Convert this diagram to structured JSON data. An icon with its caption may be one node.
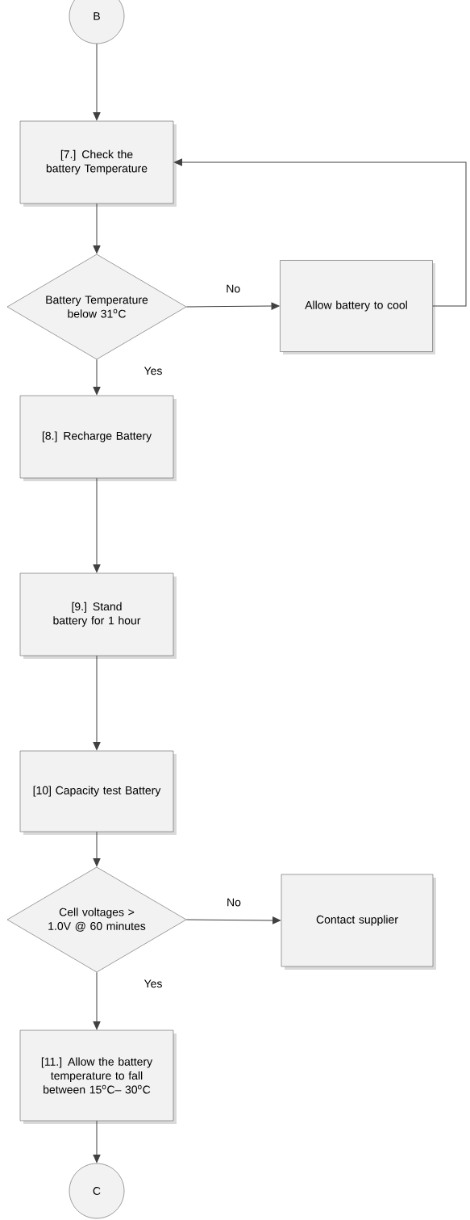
{
  "diagram": {
    "nodes": [
      {
        "text": [
          "B"
        ]
      },
      {
        "text": [
          "[7.] Check the battery Temperature"
        ]
      },
      {
        "text": [
          "Battery Temperature below 31$^{o}$C"
        ]
      },
      {
        "text": [
          "Allow battery to cool"
        ]
      },
      {
        "text": [
          "[8.] Recharge Battery"
        ]
      },
      {
        "text": [
          "[9.] Stand battery for 1 hour"
        ]
      },
      {
        "text": [
          "[10] Capacity test Battery"
        ]
      },
      {
        "text": [
          "Cell voltages > 1.0V @ 60  minutes"
        ]
      },
      {
        "text": [
          "Contact supplier"
        ]
      },
      {
        "text": [
          "[11.] Allow the battery temperature to fall between 15$^{o}$C– 30$^{o}$C"
        ]
      },
      {
        "text": [
          "C"
        ]
      }
    ],
    "edges": [
      {
        "from": 0,
        "to": 1,
        "arrow": "to"
      },
      {
        "from": 1,
        "to": 2,
        "arrow": "to"
      },
      {
        "from": 2,
        "to": 3,
        "arrow": "to",
        "label": "No"
      },
      {
        "from": 3,
        "to": 1,
        "arrow": "to"
      },
      {
        "from": 2,
        "to": 4,
        "arrow": "to",
        "label": "Yes"
      },
      {
        "from": 4,
        "to": 5,
        "arrow": "to"
      },
      {
        "from": 5,
        "to": 6,
        "arrow": "to"
      },
      {
        "from": 6,
        "to": 7,
        "arrow": "to"
      },
      {
        "from": 7,
        "to": 8,
        "arrow": "to",
        "label": "No"
      },
      {
        "from": 7,
        "to": 9,
        "arrow": "to",
        "label": "Yes"
      },
      {
        "from": 9,
        "to": 10,
        "arrow": "to"
      }
    ]
  }
}
